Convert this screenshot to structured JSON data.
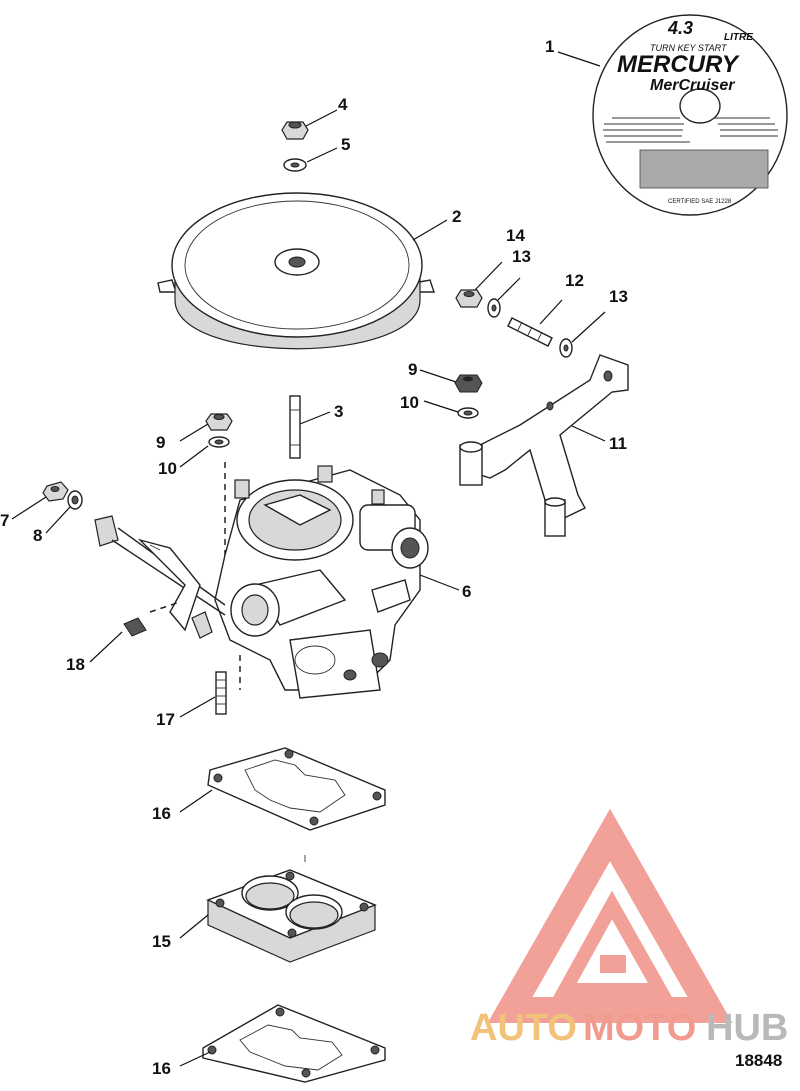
{
  "diagram": {
    "drawing_number": "18848",
    "callouts": [
      {
        "id": "c1",
        "text": "1"
      },
      {
        "id": "c2",
        "text": "2"
      },
      {
        "id": "c3",
        "text": "3"
      },
      {
        "id": "c4",
        "text": "4"
      },
      {
        "id": "c5",
        "text": "5"
      },
      {
        "id": "c6",
        "text": "6"
      },
      {
        "id": "c7",
        "text": "7"
      },
      {
        "id": "c8",
        "text": "8"
      },
      {
        "id": "c9a",
        "text": "9"
      },
      {
        "id": "c9b",
        "text": "9"
      },
      {
        "id": "c10a",
        "text": "10"
      },
      {
        "id": "c10b",
        "text": "10"
      },
      {
        "id": "c11",
        "text": "11"
      },
      {
        "id": "c12",
        "text": "12"
      },
      {
        "id": "c13a",
        "text": "13"
      },
      {
        "id": "c13b",
        "text": "13"
      },
      {
        "id": "c14",
        "text": "14"
      },
      {
        "id": "c15",
        "text": "15"
      },
      {
        "id": "c16a",
        "text": "16"
      },
      {
        "id": "c16b",
        "text": "16"
      },
      {
        "id": "c17",
        "text": "17"
      },
      {
        "id": "c18",
        "text": "18"
      }
    ]
  },
  "decal": {
    "displacement": "4.3",
    "unit": "LITRE",
    "subtitle": "TURN KEY START",
    "brand": "MERCURY",
    "product": "MerCruiser",
    "certification": "CERTIFIED SAE J1228"
  },
  "watermark": {
    "text_auto": "AUTO",
    "text_moto": "MOTO",
    "text_hub": "HUB",
    "color_auto": "#f3c27a",
    "color_moto": "#f19a8e",
    "color_hub": "#b9b9b9",
    "logo_color": "#f08a80"
  }
}
